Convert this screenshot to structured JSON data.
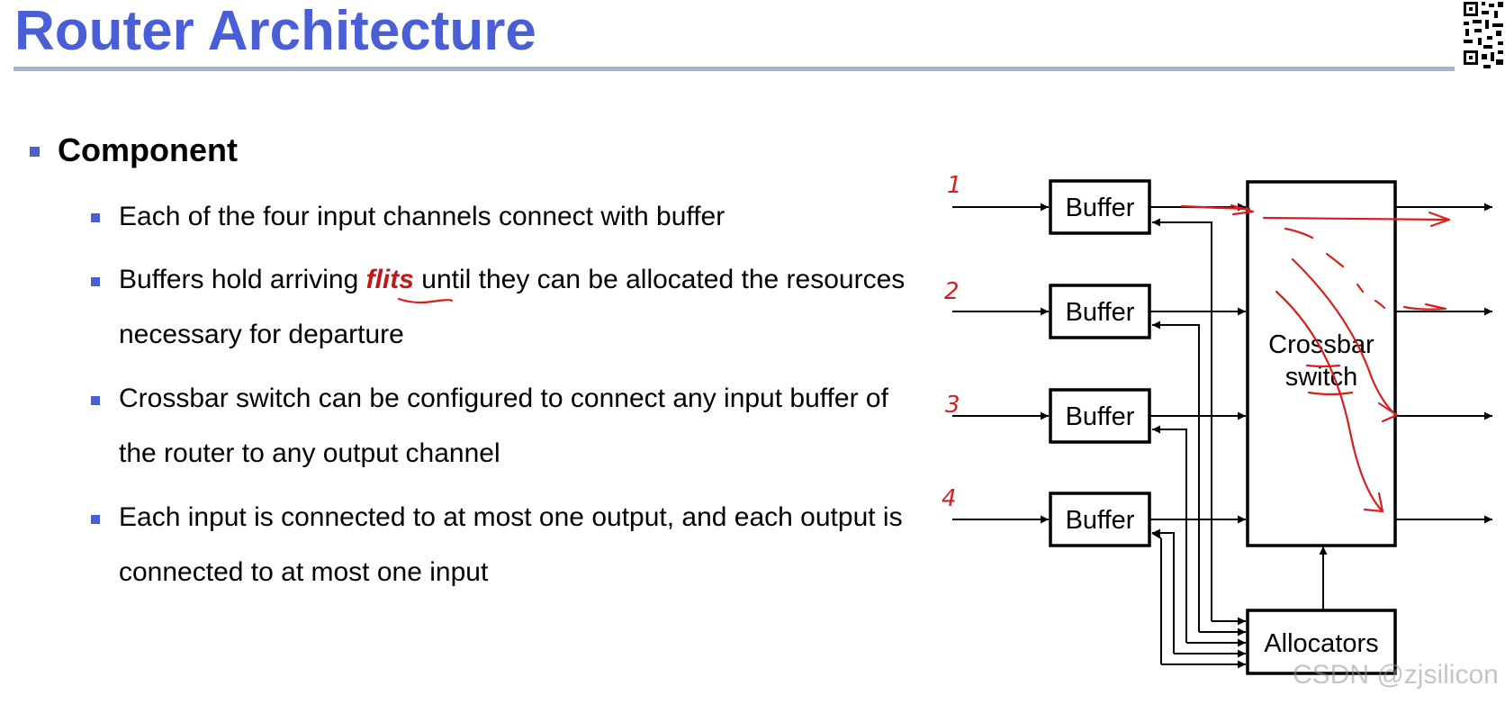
{
  "slide": {
    "title": "Router Architecture"
  },
  "content": {
    "heading": "Component",
    "bullets": [
      {
        "text": "Each of the four input channels connect with buffer"
      },
      {
        "before": "Buffers hold arriving ",
        "highlight": "flits",
        "after": " until they can be allocated the resources necessary for departure"
      },
      {
        "text": "Crossbar switch can be configured to connect any input buffer of the router to any output channel"
      },
      {
        "text": "Each input is connected to at most one output, and each output is connected to at most one input"
      }
    ]
  },
  "diagram": {
    "buffer_label": "Buffer",
    "crossbar_line1": "Crossbar",
    "crossbar_line2": "switch",
    "allocators_label": "Allocators",
    "annotation_numbers": [
      "1",
      "2",
      "3",
      "4"
    ],
    "annotation_color": "#d81e1e"
  },
  "watermark": "CSDN @zjsilicon",
  "colors": {
    "title": "#4a5fd6",
    "bullet": "#4a5fd6",
    "highlight": "#c01818",
    "rule": "#a8b4c8"
  }
}
